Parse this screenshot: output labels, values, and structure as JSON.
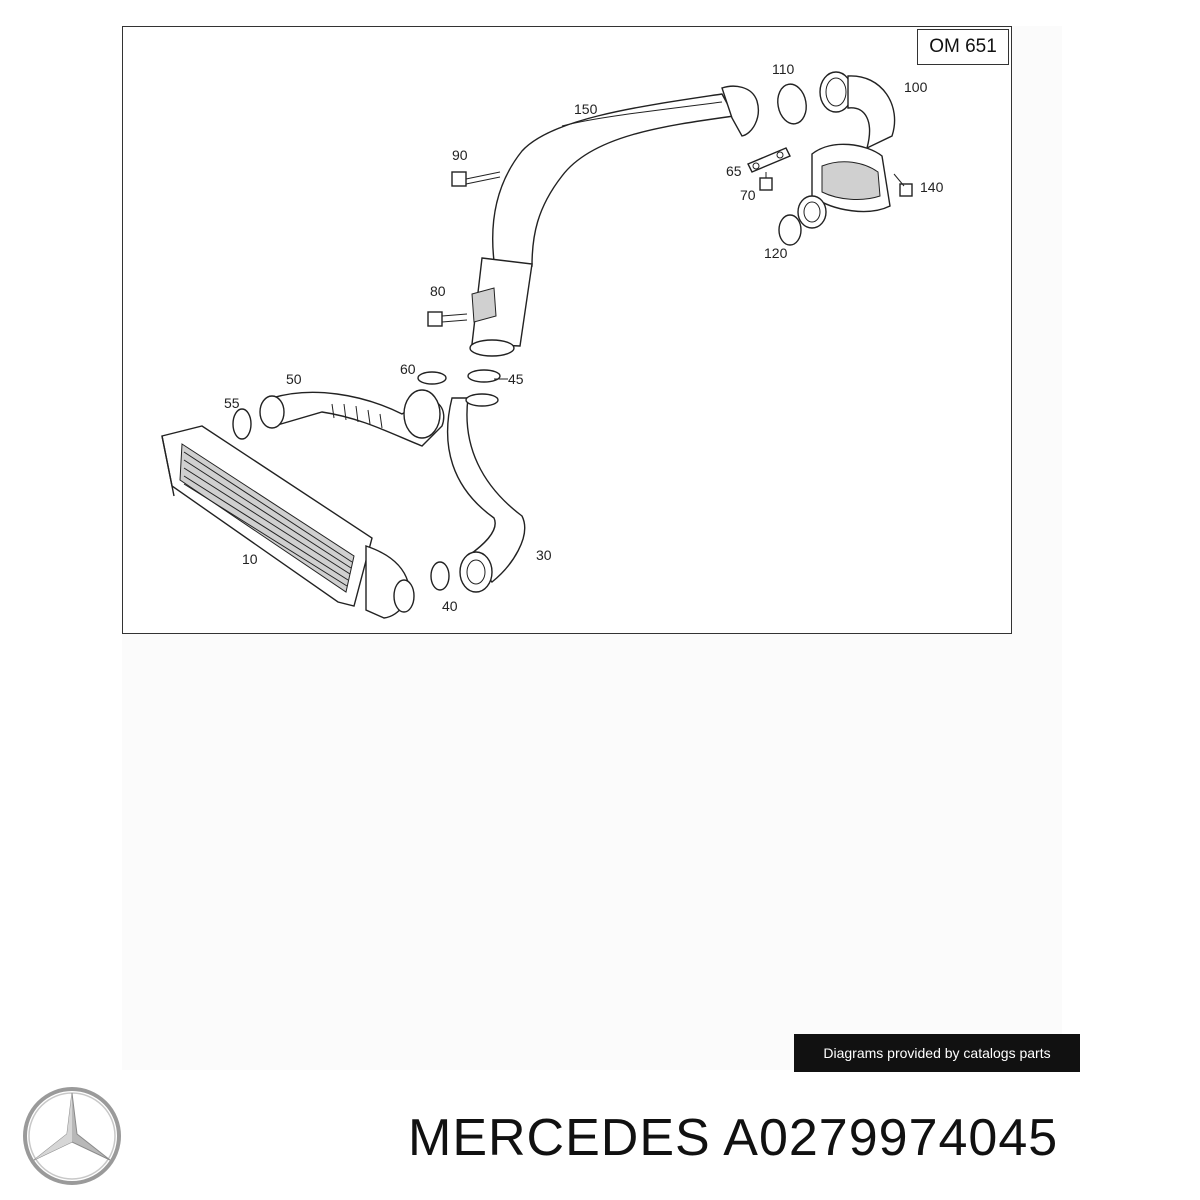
{
  "diagram": {
    "engine_code": "OM 651",
    "callouts": [
      {
        "id": "c10",
        "text": "10"
      },
      {
        "id": "c30",
        "text": "30"
      },
      {
        "id": "c40",
        "text": "40"
      },
      {
        "id": "c45",
        "text": "45"
      },
      {
        "id": "c50",
        "text": "50"
      },
      {
        "id": "c55",
        "text": "55"
      },
      {
        "id": "c60",
        "text": "60"
      },
      {
        "id": "c65",
        "text": "65"
      },
      {
        "id": "c70",
        "text": "70"
      },
      {
        "id": "c80",
        "text": "80"
      },
      {
        "id": "c90",
        "text": "90"
      },
      {
        "id": "c100",
        "text": "100"
      },
      {
        "id": "c110",
        "text": "110"
      },
      {
        "id": "c120",
        "text": "120"
      },
      {
        "id": "c140",
        "text": "140"
      },
      {
        "id": "c150",
        "text": "150"
      }
    ]
  },
  "credit": "Diagrams provided by catalogs parts",
  "title": "MERCEDES A0279974045",
  "icons": {
    "brand": "mercedes-star-icon"
  }
}
